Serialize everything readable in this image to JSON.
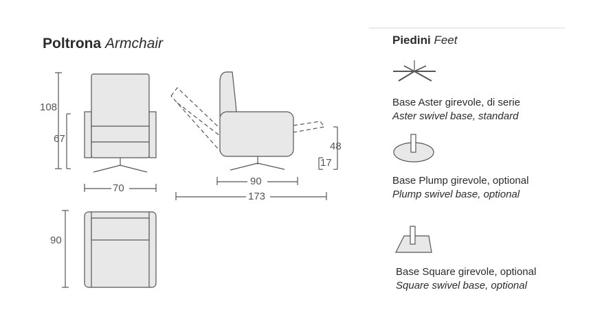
{
  "title": {
    "bold": "Poltrona",
    "italic": "Armchair"
  },
  "dimensions": {
    "front_height": "108",
    "front_seat_height": "67",
    "front_width": "70",
    "side_depth": "90",
    "side_recline_length": "173",
    "side_height": "48",
    "side_foot_height": "17",
    "top_depth": "90"
  },
  "feet": {
    "title_bold": "Piedini",
    "title_italic": "Feet",
    "options": [
      {
        "icon": "aster-base-icon",
        "it": "Base Aster girevole, di serie",
        "en": "Aster swivel base, standard"
      },
      {
        "icon": "plump-base-icon",
        "it": "Base Plump girevole, optional",
        "en": "Plump swivel base, optional"
      },
      {
        "icon": "square-base-icon",
        "it": "Base Square girevole, optional",
        "en": "Square swivel base, optional"
      }
    ]
  },
  "colors": {
    "line": "#555555",
    "fill": "#e8e8e8",
    "text": "#2b2b2b",
    "divider": "#dddddd"
  }
}
